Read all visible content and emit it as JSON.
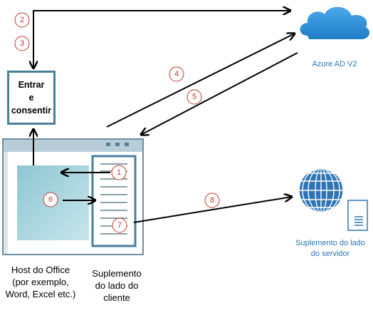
{
  "labels": {
    "azure": "Azure AD V2",
    "signin": "Entrar\ne\nconsentir",
    "host": "Host do Office\n(por exemplo,\nWord, Excel etc.)",
    "client_addin": "Suplemento\ndo lado do\ncliente",
    "server_addin": "Suplemento do lado\ndo servidor"
  },
  "step_numbers": [
    "1",
    "2",
    "3",
    "4",
    "5",
    "6",
    "7",
    "8"
  ],
  "colors": {
    "cloud": "#2b8fd8",
    "frame": "#4a7f9c",
    "content": "#a9d3dc",
    "globe": "#2e74b5",
    "number": "#c0392b",
    "label_blue": "#2e74b5"
  },
  "icons": [
    "cloud-icon",
    "globe-icon",
    "server-icon",
    "office-window-icon"
  ]
}
